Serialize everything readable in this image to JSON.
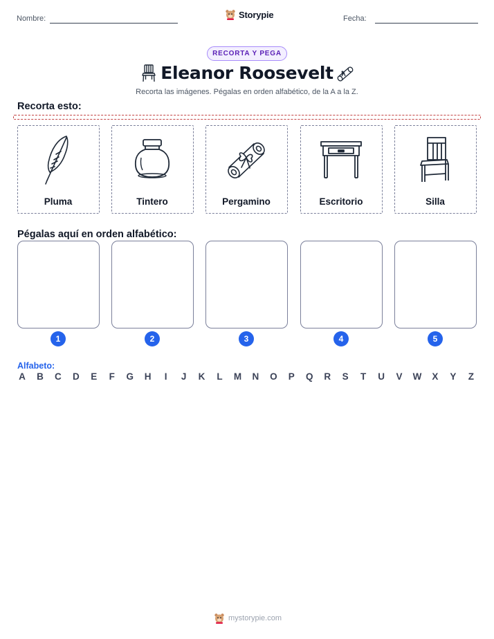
{
  "header": {
    "name_label": "Nombre:",
    "date_label": "Fecha:",
    "brand": "Storypie"
  },
  "badge": "RECORTA Y PEGA",
  "title": "Eleanor Roosevelt",
  "title_icons": [
    "chair-icon",
    "scroll-icon"
  ],
  "subtitle": "Recorta las imágenes. Pégalas en orden alfabético, de la A a la Z.",
  "cut_label": "Recorta esto:",
  "cards": [
    {
      "label": "Pluma",
      "icon": "feather-quill-icon"
    },
    {
      "label": "Tintero",
      "icon": "inkwell-icon"
    },
    {
      "label": "Pergamino",
      "icon": "scroll-icon"
    },
    {
      "label": "Escritorio",
      "icon": "desk-icon"
    },
    {
      "label": "Silla",
      "icon": "chair-icon"
    }
  ],
  "paste_label": "Pégalas aquí en orden alfabético:",
  "slot_numbers": [
    "1",
    "2",
    "3",
    "4",
    "5"
  ],
  "alphabet_label": "Alfabeto:",
  "alphabet": [
    "A",
    "B",
    "C",
    "D",
    "E",
    "F",
    "G",
    "H",
    "I",
    "J",
    "K",
    "L",
    "M",
    "N",
    "O",
    "P",
    "Q",
    "R",
    "S",
    "T",
    "U",
    "V",
    "W",
    "X",
    "Y",
    "Z"
  ],
  "footer": "mystorypie.com",
  "colors": {
    "accent_blue": "#2563eb",
    "badge_purple": "#5b21b6",
    "cut_line_red": "#c24141"
  }
}
